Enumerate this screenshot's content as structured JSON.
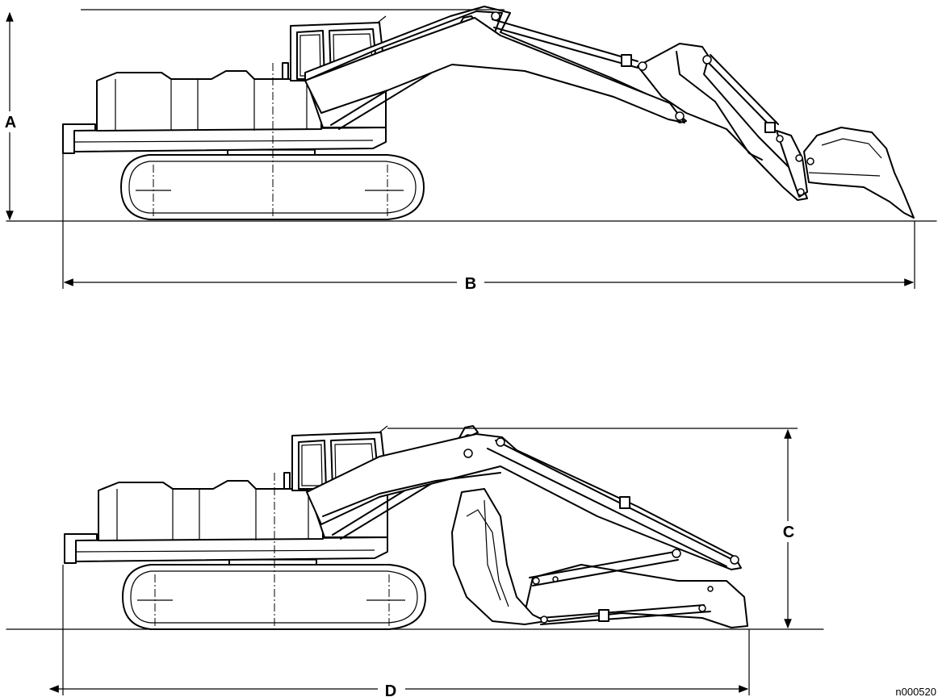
{
  "figure": {
    "dimensions": {
      "a": "A",
      "b": "B",
      "c": "C",
      "d": "D"
    },
    "drawing_code": "n000520"
  }
}
